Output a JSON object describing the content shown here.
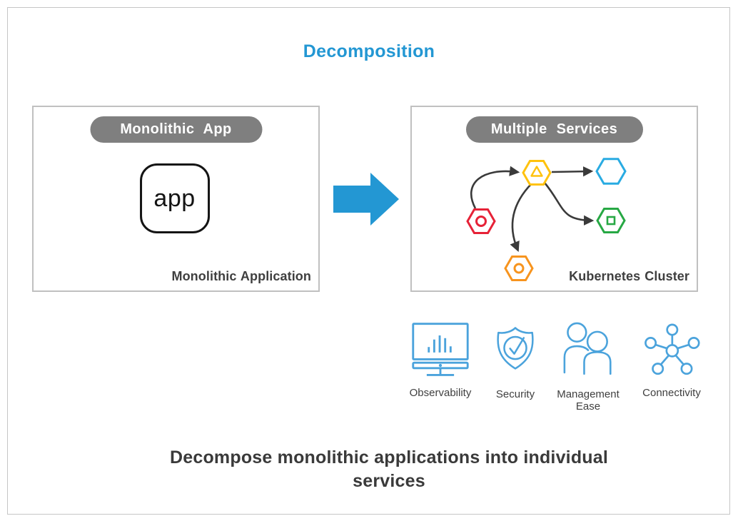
{
  "title": {
    "text": "Decomposition",
    "color": "#2397D3"
  },
  "monolith_panel": {
    "pill_label": "Monolithic App",
    "app_icon_label": "app",
    "caption": "Monolithic Application"
  },
  "transform_arrow": {
    "color": "#2397D3"
  },
  "services_panel": {
    "pill_label": "Multiple Services",
    "caption": "Kubernetes Cluster",
    "connector_color": "#3A3A3A",
    "hexagons": [
      {
        "name": "red-service",
        "color": "#E62237",
        "glyph": "circle"
      },
      {
        "name": "yellow-service",
        "color": "#FFC20E",
        "glyph": "triangle"
      },
      {
        "name": "blue-service",
        "color": "#29ABE2",
        "glyph": "none"
      },
      {
        "name": "green-service",
        "color": "#27A844",
        "glyph": "square"
      },
      {
        "name": "orange-service",
        "color": "#F7941E",
        "glyph": "circle"
      }
    ]
  },
  "features": {
    "icon_color": "#4BA3DC",
    "items": [
      {
        "label": "Observability",
        "icon": "monitor-chart-icon"
      },
      {
        "label": "Security",
        "icon": "shield-check-icon"
      },
      {
        "label": "Management Ease",
        "icon": "people-icon"
      },
      {
        "label": "Connectivity",
        "icon": "network-hub-icon"
      }
    ]
  },
  "pill_color": "#7F7F7F",
  "headline": "Decompose monolithic applications into individual services"
}
